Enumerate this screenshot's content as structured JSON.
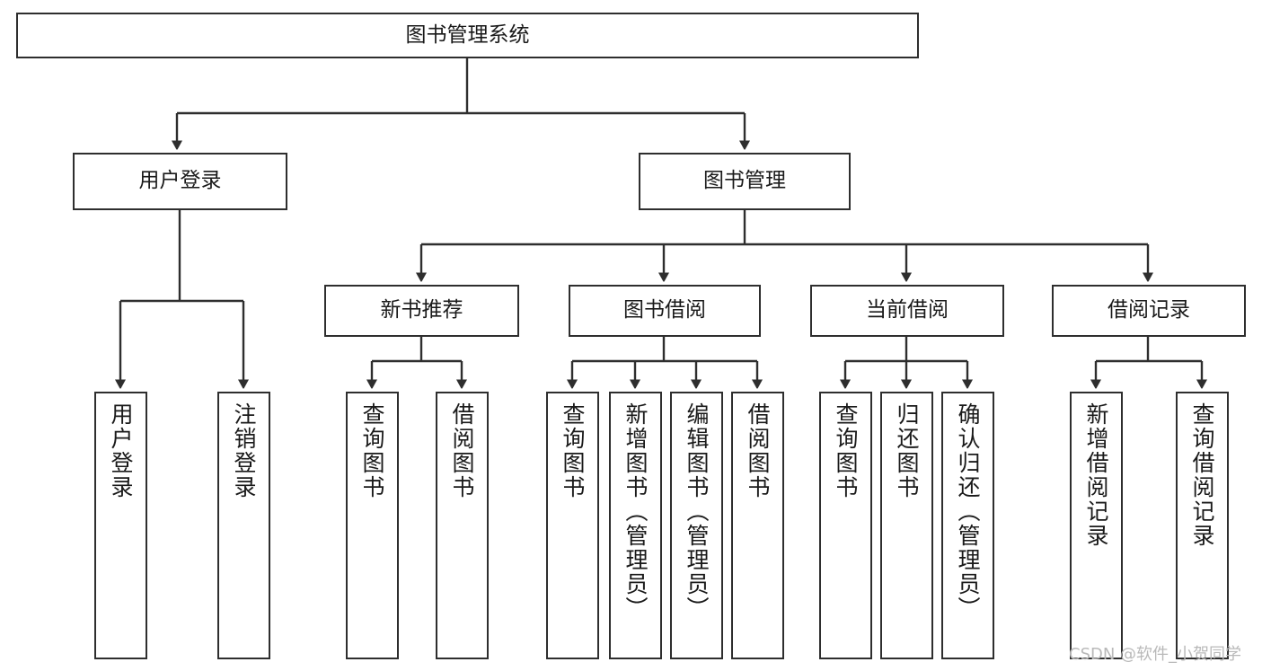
{
  "diagram": {
    "type": "hierarchy-tree",
    "title": "图书管理系统",
    "watermark": "CSDN @软件_小贺同学",
    "colors": {
      "stroke": "#2e2e2e",
      "fill": "#ffffff",
      "text": "#1a1a1a",
      "watermark": "#b9b9b9"
    },
    "nodes": {
      "root": {
        "label": "图书管理系统"
      },
      "level2": [
        {
          "label": "用户登录"
        },
        {
          "label": "图书管理"
        }
      ],
      "level3": [
        {
          "label": "新书推荐"
        },
        {
          "label": "图书借阅"
        },
        {
          "label": "当前借阅"
        },
        {
          "label": "借阅记录"
        }
      ],
      "leaves": {
        "user_login": [
          {
            "label": "用户登录"
          },
          {
            "label": "注销登录"
          }
        ],
        "new_book": [
          {
            "label": "查询图书"
          },
          {
            "label": "借阅图书"
          }
        ],
        "borrow_book": [
          {
            "label": "查询图书"
          },
          {
            "label": "新增图书（管理员）"
          },
          {
            "label": "编辑图书（管理员）"
          },
          {
            "label": "借阅图书"
          }
        ],
        "current_borrow": [
          {
            "label": "查询图书"
          },
          {
            "label": "归还图书"
          },
          {
            "label": "确认归还（管理员）"
          }
        ],
        "borrow_record": [
          {
            "label": "新增借阅记录"
          },
          {
            "label": "查询借阅记录"
          }
        ]
      }
    }
  }
}
